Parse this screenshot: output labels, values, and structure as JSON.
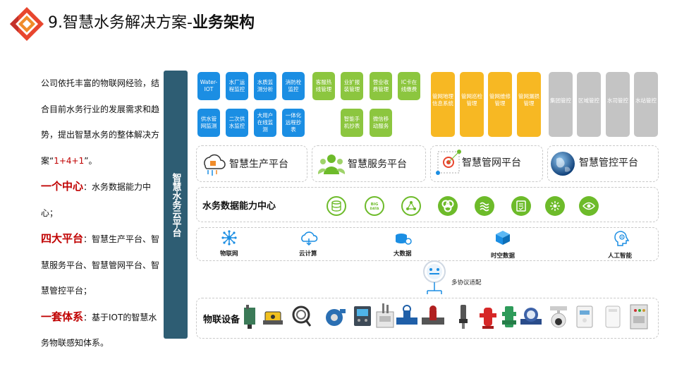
{
  "header": {
    "title_number": "9.",
    "title_main": "智慧水务解决方案-",
    "title_bold": "业务架构"
  },
  "left_panel": {
    "intro": "公司依托丰富的物联网经验，结合目前水务行业的发展需求和趋势，提出智慧水务的整体解决方案“",
    "formula": "1+4+1",
    "intro_end": "”。",
    "center_head": "一个中心",
    "center_body": "：水务数据能力中心；",
    "platforms_head": "四大平台",
    "platforms_body": "：智慧生产平台、智慧服务平台、智慧管网平台、智慧管控平台；",
    "system_head": "一套体系",
    "system_body": "：基于IOT的智慧水务物联感知体系。"
  },
  "vertical_bar": {
    "label": "智慧水务云平台"
  },
  "app_tiles": {
    "blue": [
      "Water-IOT",
      "水厂运程监控",
      "水质监测分析",
      "消防栓监控",
      "供水管网监测",
      "二次供水监控",
      "大用户在线监测",
      "一体化远程抄表"
    ],
    "green": [
      "客服热线管理",
      "业扩报装管理",
      "营业收费管理",
      "IC卡在线缴费",
      "智能手机抄表",
      "微信移动服务"
    ],
    "orange": [
      "管网地理信息系统",
      "管网巡检管理",
      "管网维修管理",
      "管网漏损管理"
    ],
    "gray": [
      "集团管控",
      "区域管控",
      "水司管控",
      "水站管控"
    ]
  },
  "platforms": [
    "智慧生产平台",
    "智慧服务平台",
    "智慧管网平台",
    "智慧管控平台"
  ],
  "data_center": {
    "label": "水务数据能力中心",
    "icons": [
      "database-icon",
      "big-data-icon",
      "network-nodes-icon",
      "link-rings-icon",
      "water-flow-icon",
      "document-check-icon",
      "spark-icon",
      "eye-icon"
    ]
  },
  "services": [
    "物联网",
    "云计算",
    "大数据",
    "时空数据",
    "人工智能"
  ],
  "protocol": {
    "label": "多协议适配"
  },
  "devices": {
    "label": "物联设备",
    "icons": [
      "level-sensor-icon",
      "flow-meter-icon",
      "cable-sensor-icon",
      "pump-icon",
      "controller-box-icon",
      "analyzer-icon",
      "valve-icon",
      "butterfly-valve-icon",
      "pressure-gauge-icon",
      "hydrant-icon",
      "green-valve-icon",
      "water-meter-icon",
      "camera-icon",
      "smart-meter-icon",
      "terminal-icon",
      "control-cabinet-icon"
    ]
  },
  "colors": {
    "bar": "#2e5d73",
    "blue_tile": "#1b8ee3",
    "green_tile": "#8cc63f",
    "orange_tile": "#f7b823",
    "gray_tile": "#c4c4c4",
    "accent_red": "#c00000",
    "icon_green": "#6dbb2a"
  }
}
